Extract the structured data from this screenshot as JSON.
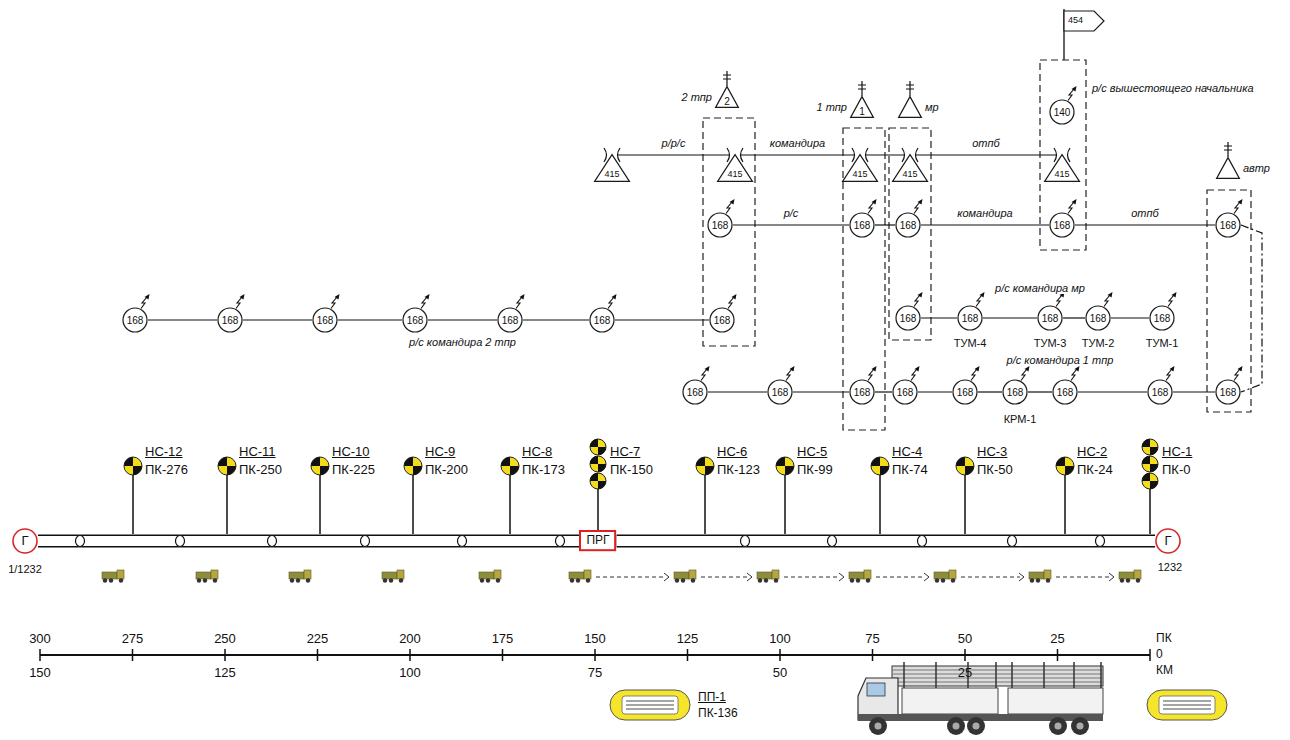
{
  "diagram": {
    "nodes": [
      {
        "text": [
          "454"
        ]
      },
      {
        "text": [
          "2 тпр",
          "2"
        ]
      },
      {
        "text": [
          "1 тпр",
          "1"
        ]
      },
      {
        "text": [
          "мр"
        ]
      },
      {
        "text": [
          "140"
        ]
      },
      {
        "text": [
          "415"
        ]
      },
      {
        "text": [
          "415"
        ]
      },
      {
        "text": [
          "415"
        ]
      },
      {
        "text": [
          "415"
        ]
      },
      {
        "text": [
          "415"
        ]
      },
      {
        "text": [
          "автр"
        ]
      },
      {
        "text": [
          "168"
        ]
      },
      {
        "text": [
          "168"
        ]
      },
      {
        "text": [
          "168"
        ]
      },
      {
        "text": [
          "168"
        ]
      },
      {
        "text": [
          "168"
        ]
      },
      {
        "text": [
          "168"
        ]
      },
      {
        "text": [
          "168"
        ]
      },
      {
        "text": [
          "168"
        ]
      },
      {
        "text": [
          "168"
        ]
      },
      {
        "text": [
          "168"
        ]
      },
      {
        "text": [
          "168"
        ]
      },
      {
        "text": [
          "168"
        ]
      },
      {
        "text": [
          "168"
        ]
      },
      {
        "text": [
          "168"
        ]
      },
      {
        "text": [
          "168"
        ]
      },
      {
        "text": [
          "168"
        ]
      },
      {
        "text": [
          "168"
        ]
      },
      {
        "text": [
          "168"
        ]
      },
      {
        "text": [
          "168"
        ]
      },
      {
        "text": [
          "168"
        ]
      },
      {
        "text": [
          "168"
        ]
      },
      {
        "text": [
          "168"
        ]
      },
      {
        "text": [
          "168"
        ]
      },
      {
        "text": [
          "168"
        ]
      },
      {
        "text": [
          "168"
        ]
      },
      {
        "text": [
          "168"
        ]
      },
      {
        "text": [
          "Г"
        ]
      },
      {
        "text": [
          "ПРГ"
        ]
      },
      {
        "text": [
          "Г"
        ]
      }
    ],
    "edges": [
      {
        "from": 5,
        "to": 6,
        "arrow": "none",
        "label": "р/р/с"
      },
      {
        "from": 6,
        "to": 7,
        "arrow": "none",
        "label": "командира"
      },
      {
        "from": 7,
        "to": 8,
        "arrow": "none"
      },
      {
        "from": 8,
        "to": 9,
        "arrow": "none",
        "label": "отпб"
      },
      {
        "from": 11,
        "to": 12,
        "arrow": "none",
        "label": "р/с"
      },
      {
        "from": 12,
        "to": 13,
        "arrow": "none"
      },
      {
        "from": 13,
        "to": 14,
        "arrow": "none",
        "label": "командира"
      },
      {
        "from": 14,
        "to": 15,
        "arrow": "none",
        "label": "отпб"
      },
      {
        "from": 15,
        "to": 36,
        "arrow": "none"
      },
      {
        "from": 16,
        "to": 17,
        "arrow": "none"
      },
      {
        "from": 17,
        "to": 18,
        "arrow": "none",
        "label": "р/с командира мр"
      },
      {
        "from": 18,
        "to": 19,
        "arrow": "none"
      },
      {
        "from": 19,
        "to": 20,
        "arrow": "none"
      },
      {
        "from": 21,
        "to": 22,
        "arrow": "none"
      },
      {
        "from": 22,
        "to": 23,
        "arrow": "none"
      },
      {
        "from": 23,
        "to": 24,
        "arrow": "none"
      },
      {
        "from": 24,
        "to": 25,
        "arrow": "none",
        "label": "р/с командира 2 тпр"
      },
      {
        "from": 25,
        "to": 26,
        "arrow": "none"
      },
      {
        "from": 26,
        "to": 27,
        "arrow": "none"
      },
      {
        "from": 28,
        "to": 29,
        "arrow": "none"
      },
      {
        "from": 29,
        "to": 30,
        "arrow": "none"
      },
      {
        "from": 30,
        "to": 31,
        "arrow": "none"
      },
      {
        "from": 31,
        "to": 32,
        "arrow": "none"
      },
      {
        "from": 32,
        "to": 33,
        "arrow": "none"
      },
      {
        "from": 33,
        "to": 34,
        "arrow": "none",
        "label": "р/с командира 1 тпр"
      },
      {
        "from": 34,
        "to": 35,
        "arrow": "none"
      },
      {
        "from": 35,
        "to": 36,
        "arrow": "none"
      },
      {
        "from": 37,
        "to": 38,
        "arrow": "none"
      },
      {
        "from": 38,
        "to": 39,
        "arrow": "none"
      }
    ],
    "labels": [
      "р/с вышестоящего начальника",
      "ТУМ-4",
      "ТУМ-3",
      "ТУМ-2",
      "ТУМ-1",
      "КРМ-1",
      "НС-12",
      "ПК-276",
      "НС-11",
      "ПК-250",
      "НС-10",
      "ПК-225",
      "НС-9",
      "ПК-200",
      "НС-8",
      "ПК-173",
      "НС-7",
      "ПК-150",
      "НС-6",
      "ПК-123",
      "НС-5",
      "ПК-99",
      "НС-4",
      "ПК-74",
      "НС-3",
      "ПК-50",
      "НС-2",
      "ПК-24",
      "НС-1",
      "ПК-0",
      "1/1232",
      "1232",
      "300",
      "275",
      "250",
      "225",
      "200",
      "175",
      "150",
      "125",
      "100",
      "75",
      "50",
      "25",
      "ПК",
      "0",
      "КМ",
      "150",
      "125",
      "100",
      "75",
      "50",
      "25",
      "ПП-1",
      "ПК-136"
    ]
  }
}
